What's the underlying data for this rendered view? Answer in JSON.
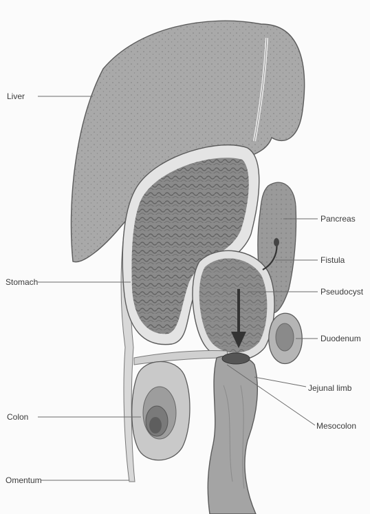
{
  "labels": {
    "liver": "Liver",
    "stomach": "Stomach",
    "colon": "Colon",
    "omentum": "Omentum",
    "pancreas": "Pancreas",
    "fistula": "Fistula",
    "pseudocyst": "Pseudocyst",
    "duodenum": "Duodenum",
    "jejunal_limb": "Jejunal limb",
    "mesocolon": "Mesocolon"
  },
  "colors": {
    "liver_fill": "#a9a9a9",
    "stomach_fill": "#8a8a8a",
    "pancreas_fill": "#9a9a9a",
    "bowel_fill": "#a4a4a4",
    "outline": "#5a5a5a",
    "leader": "#6a6a6a",
    "arrow": "#333333"
  }
}
